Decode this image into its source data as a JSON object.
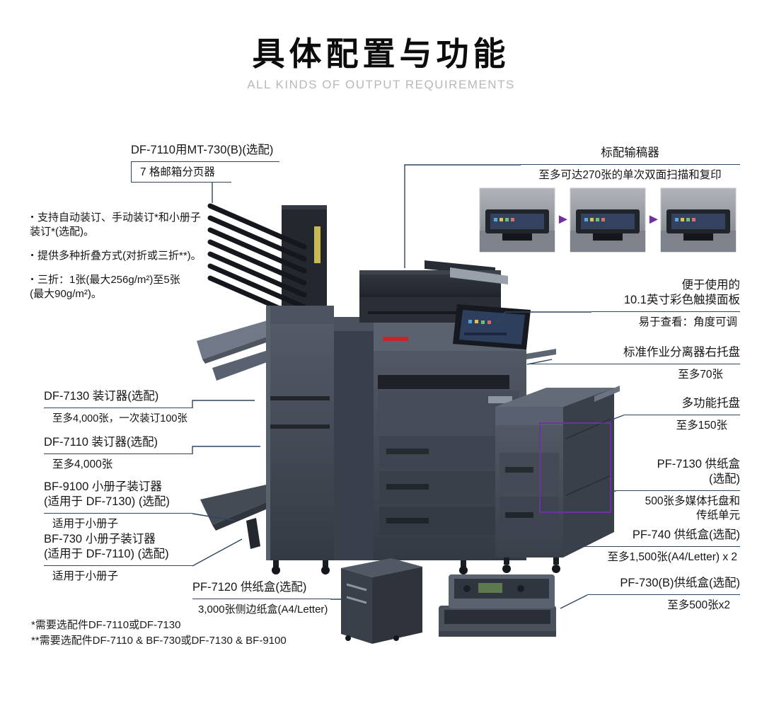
{
  "header": {
    "title": "具体配置与功能",
    "subtitle": "ALL KINDS OF OUTPUT REQUIREMENTS"
  },
  "features": {
    "item1": "・支持自动装订、手动装订*和小册子\n 装订*(选配)。",
    "item2": "・提供多种折叠方式(对折或三折**)。",
    "item3": "・三折：1张(最大256g/m²)至5张\n (最大90g/m²)。"
  },
  "callouts": {
    "mailbox": {
      "title": "DF-7110用MT-730(B)(选配)",
      "desc": "7 格邮箱分页器"
    },
    "feeder": {
      "title": "标配输稿器",
      "desc": "至多可达270张的单次双面扫描和复印"
    },
    "panel": {
      "title": "便于使用的\n10.1英寸彩色触摸面板",
      "desc": "易于查看：角度可调"
    },
    "separator": {
      "title": "标准作业分离器右托盘",
      "desc": "至多70张"
    },
    "mp_tray": {
      "title": "多功能托盘",
      "desc": "至多150张"
    },
    "pf7130": {
      "title": "PF-7130 供纸盒\n(选配)",
      "desc": "500张多媒体托盘和\n传纸单元"
    },
    "pf740": {
      "title": "PF-740 供纸盒(选配)",
      "desc": "至多1,500张(A4/Letter) x 2"
    },
    "pf730": {
      "title": "PF-730(B)供纸盒(选配)",
      "desc": "至多500张x2"
    },
    "df7130": {
      "title": "DF-7130 装订器(选配)",
      "desc": "至多4,000张，一次装订100张"
    },
    "df7110": {
      "title": "DF-7110 装订器(选配)",
      "desc": "至多4,000张"
    },
    "bf9100": {
      "title": "BF-9100 小册子装订器\n(适用于 DF-7130) (选配)",
      "desc": "适用于小册子"
    },
    "bf730": {
      "title": "BF-730 小册子装订器\n(适用于 DF-7110) (选配)",
      "desc": "适用于小册子"
    },
    "pf7120": {
      "title": "PF-7120 供纸盒(选配)",
      "desc": "3,000张侧边纸盒(A4/Letter)"
    }
  },
  "footnotes": {
    "note1": "*需要选配件DF-7110或DF-7130",
    "note2": "**需要选配件DF-7110 & BF-730或DF-7130 & BF-9100"
  },
  "icons": {
    "arrow_right": "►"
  },
  "colors": {
    "leader_line": "#2e4660",
    "accent_purple": "#7030a0",
    "title_text": "#0c0c0c",
    "subtitle_text": "#b8b8b8"
  }
}
